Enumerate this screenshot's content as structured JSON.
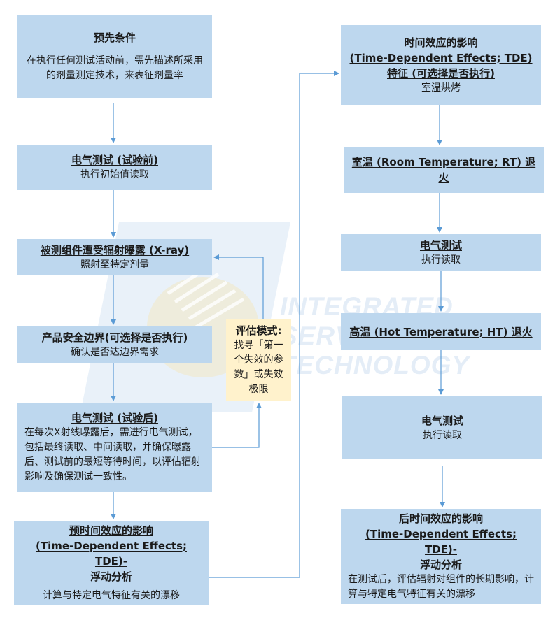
{
  "colors": {
    "box_fill": "#bdd7ee",
    "note_fill": "#fff2cc",
    "arrow": "#5b9bd5",
    "watermark": "#cfe0f2"
  },
  "left_column": {
    "prerequisite": {
      "title": "预先条件",
      "body": "在执行任何测试活动前，需先描述所采用的剂量测定技术，来表征剂量率"
    },
    "electrical_test_pre": {
      "title": "电气测试 (试验前)",
      "body": "执行初始值读取"
    },
    "xray_exposure": {
      "title": "被测组件遭受辐射曝露 (X-ray)",
      "body": "照射至特定剂量"
    },
    "safety_margin": {
      "title": "产品安全边界(可选择是否执行)",
      "body": "确认是否达边界需求"
    },
    "electrical_test_post": {
      "title": "电气测试 (试验后)",
      "body": "在每次X射线曝露后，需进行电气测试，包括最终读取、中间读取，并确保曝露后、测试前的最短等待时间，以评估辐射影响及确保测试一致性。"
    },
    "pre_tde": {
      "title_line1": "预时间效应的影响",
      "title_line2": "(Time-Dependent Effects; TDE)-",
      "title_line3": "浮动分析",
      "body": "计算与特定电气特征有关的漂移"
    }
  },
  "evaluation_note": {
    "title": "评估模式:",
    "body": "找寻「第一个失效的参数」或失效极限"
  },
  "right_column": {
    "tde_characteristic": {
      "title_line1": "时间效应的影响",
      "title_line2": "(Time-Dependent Effects; TDE)",
      "title_line3": "特征 (可选择是否执行)",
      "body": "室温烘烤"
    },
    "rt_anneal": {
      "title": "室温 (Room Temperature; RT) 退火"
    },
    "electrical_test_1": {
      "title": "电气测试",
      "body": "执行读取"
    },
    "ht_anneal": {
      "title": "高温 (Hot Temperature; HT) 退火"
    },
    "electrical_test_2": {
      "title": "电气测试",
      "body": "执行读取"
    },
    "post_tde": {
      "title_line1": "后时间效应的影响",
      "title_line2": "(Time-Dependent Effects; TDE)-",
      "title_line3": "浮动分析",
      "body": "在测试后，评估辐射对组件的长期影响，计算与特定电气特征有关的漂移"
    }
  },
  "watermark": {
    "line1": "INTEGRATED",
    "line2": "SERVICE",
    "line3": "TECHNOLOGY"
  }
}
